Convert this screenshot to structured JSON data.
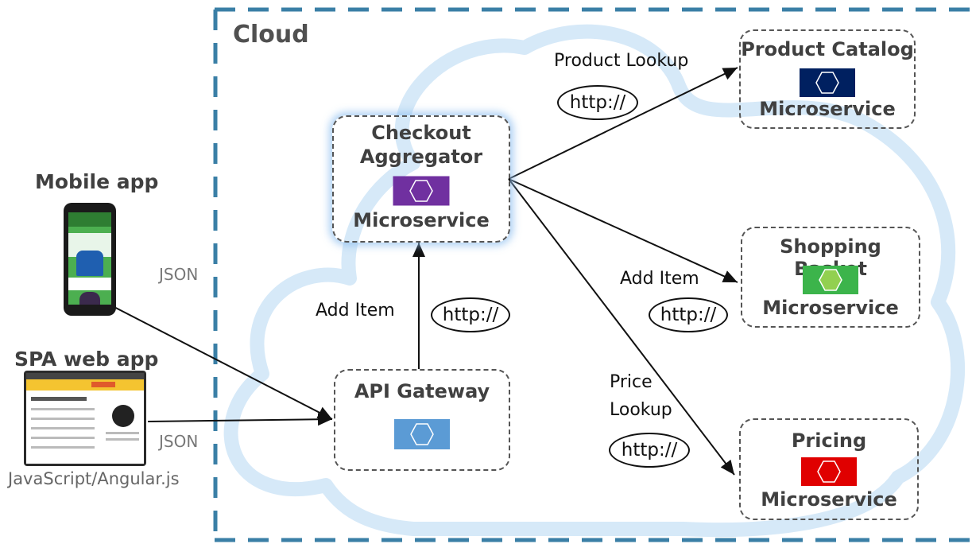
{
  "cloud_label": "Cloud",
  "clients": {
    "mobile": {
      "label": "Mobile app",
      "protocol": "JSON"
    },
    "spa": {
      "label": "SPA web app",
      "protocol": "JSON",
      "tech": "JavaScript/Angular.js"
    }
  },
  "services": {
    "checkout": {
      "title_line1": "Checkout",
      "title_line2": "Aggregator",
      "subtitle": "Microservice",
      "color": "#7030a0"
    },
    "gateway": {
      "title": "API Gateway",
      "color": "#5b9bd5"
    },
    "catalog": {
      "title": "Product Catalog",
      "subtitle": "Microservice",
      "color": "#002060"
    },
    "basket": {
      "title": "Shopping Basket",
      "subtitle": "Microservice",
      "color": "#3cb44b"
    },
    "pricing": {
      "title": "Pricing",
      "subtitle": "Microservice",
      "color": "#e00000"
    }
  },
  "edges": {
    "gateway_to_checkout": {
      "label": "Add Item",
      "protocol": "http://"
    },
    "checkout_to_catalog": {
      "label": "Product Lookup",
      "protocol": "http://"
    },
    "checkout_to_basket": {
      "label": "Add Item",
      "protocol": "http://"
    },
    "checkout_to_pricing": {
      "label_line1": "Price",
      "label_line2": "Lookup",
      "protocol": "http://"
    }
  },
  "colors": {
    "cloud_outline": "#d6e9f8",
    "cloud_boundary": "#3a7fa6",
    "arrow": "#111111"
  }
}
